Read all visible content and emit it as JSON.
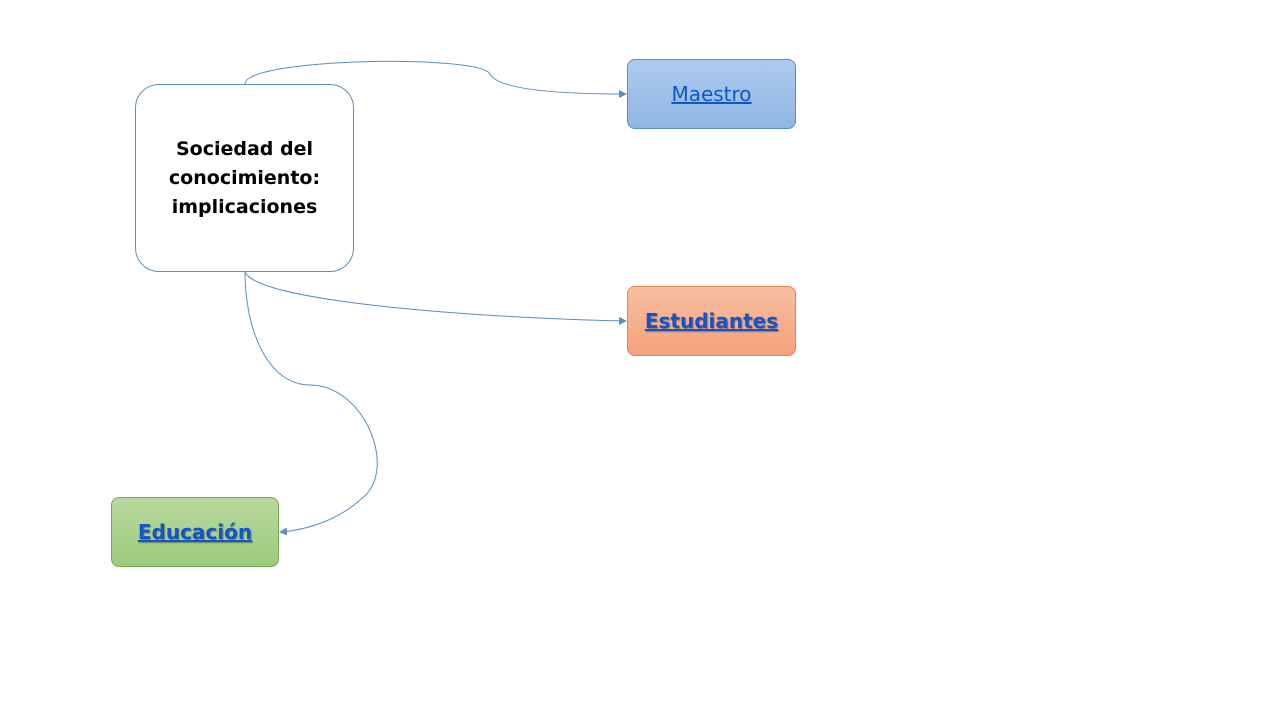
{
  "colors": {
    "connector": "#5b8ec2",
    "link_text": "#1155cc",
    "central_border": "#5b8ec2",
    "maestro_fill": "#9dbfe8",
    "estudiantes_fill": "#f5ad89",
    "educacion_fill": "#a9d18e"
  },
  "central_node": {
    "text": "Sociedad del\nconocimiento:\nimplicaciones"
  },
  "nodes": [
    {
      "id": "maestro",
      "label": "Maestro",
      "is_link": true
    },
    {
      "id": "estudiantes",
      "label": "Estudiantes",
      "is_link": true
    },
    {
      "id": "educacion",
      "label": "Educación",
      "is_link": true
    }
  ],
  "edges": [
    {
      "from": "central_node",
      "to": "maestro"
    },
    {
      "from": "central_node",
      "to": "estudiantes"
    },
    {
      "from": "central_node",
      "to": "educacion"
    }
  ]
}
